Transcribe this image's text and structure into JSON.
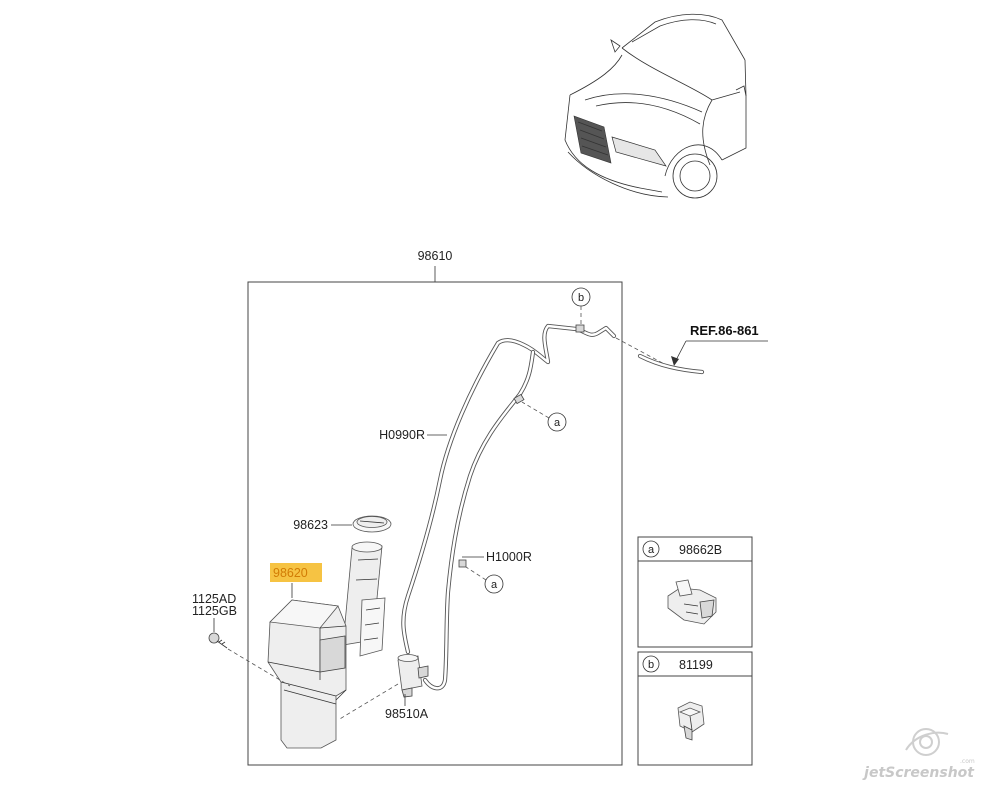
{
  "colors": {
    "line": "#333333",
    "highlight_bg": "#f6c343",
    "highlight_text": "#d27c05",
    "watermark": "#c8c8c8"
  },
  "diagram": {
    "assembly_label": "98610",
    "ref_label": "REF.86-861",
    "hose_left_label": "H0990R",
    "hose_right_label": "H1000R",
    "cap_label": "98623",
    "reservoir_label": "98620",
    "bolt_label_1": "1125AD",
    "bolt_label_2": "1125GB",
    "pump_label": "98510A",
    "marker_top": "b",
    "marker_mid": "a",
    "marker_low": "a"
  },
  "details": [
    {
      "letter": "a",
      "part": "98662B"
    },
    {
      "letter": "b",
      "part": "81199"
    }
  ],
  "watermark": {
    "text": "jetScreenshot",
    "suffix": ".com"
  }
}
